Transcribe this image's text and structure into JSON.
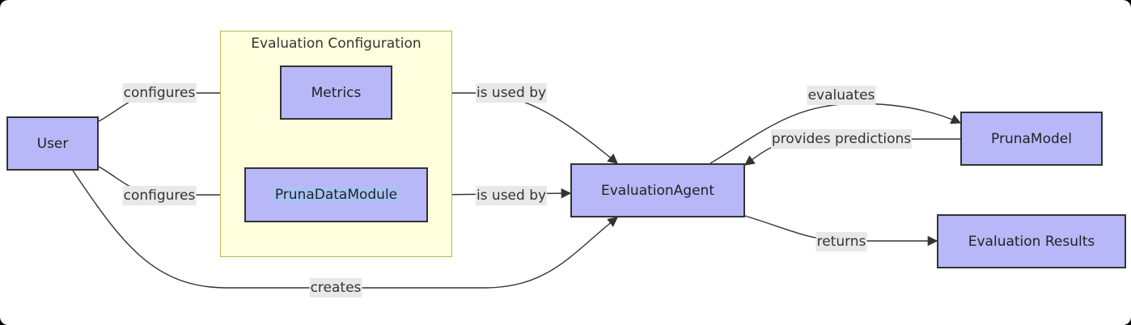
{
  "cluster": {
    "title": "Evaluation Configuration"
  },
  "nodes": {
    "user": "User",
    "metrics": "Metrics",
    "datamodule": "PrunaDataModule",
    "agent": "EvaluationAgent",
    "model": "PrunaModel",
    "results": "Evaluation Results"
  },
  "edges": {
    "user_metrics": "configures",
    "user_datamodule": "configures",
    "metrics_agent": "is used by",
    "datamodule_agent": "is used by",
    "user_agent": "creates",
    "agent_model": "evaluates",
    "model_agent": "provides predictions",
    "agent_results": "returns"
  },
  "colors": {
    "node_fill": "#b8b8f8",
    "node_border": "#333333",
    "cluster_fill": "#ffffde",
    "cluster_border": "#b8b85a",
    "label_bg": "#e8e8e8",
    "edge": "#333333"
  }
}
